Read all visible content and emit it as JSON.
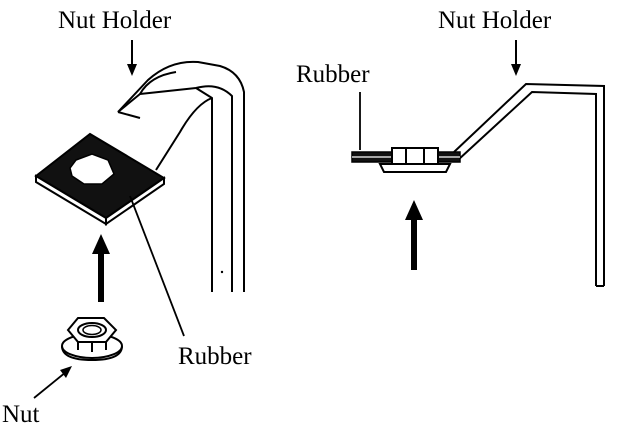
{
  "left_view": {
    "nut_holder_label": "Nut Holder",
    "rubber_label": "Rubber",
    "nut_label": "Nut"
  },
  "right_view": {
    "nut_holder_label": "Nut Holder",
    "rubber_label": "Rubber"
  }
}
